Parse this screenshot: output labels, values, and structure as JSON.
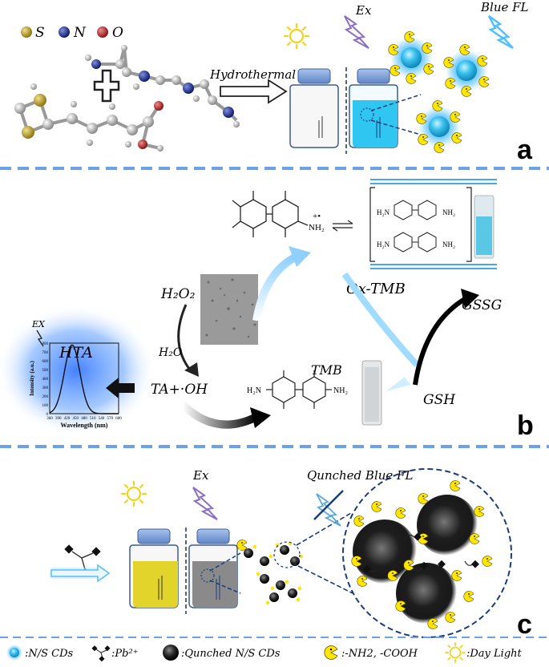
{
  "panel_a": {
    "atom_legend": [
      {
        "symbol": "S",
        "color": "#b59a2a"
      },
      {
        "symbol": "N",
        "color": "#1f2f8f"
      },
      {
        "symbol": "O",
        "color": "#b52525"
      }
    ],
    "arrow_label": "Hydrothermal",
    "ex_label": "Ex",
    "fl_label": "Blue FL",
    "letter": "a"
  },
  "panel_b": {
    "oxtmb_label": "Ox-TMB",
    "h2o2_label": "H₂O₂",
    "h2o_label": "H₂O",
    "tmb_label": "TMB",
    "gssg_label": "GSSG",
    "gsh_label": "GSH",
    "hta_label": "HTA",
    "ta_label": "TA+·OH",
    "ex_label": "EX",
    "spectrum": {
      "ylabel": "Intensity (a.u.)",
      "xlabel": "Wavelength (nm)",
      "yticks": [
        "0",
        "100",
        "200",
        "300",
        "400",
        "500",
        "600",
        "700",
        "800"
      ],
      "xticks": [
        "360",
        "390",
        "420",
        "450",
        "480",
        "510",
        "540",
        "570",
        "600"
      ]
    },
    "chem_labels": {
      "nh2_plus": "NH₂",
      "h2n": "H₂N",
      "nh2": "NH₂"
    },
    "letter": "b"
  },
  "panel_c": {
    "ex_label": "Ex",
    "quenched_label": "Qunched Blue FL",
    "letter": "c"
  },
  "legend": [
    {
      "icon": "cd-blue-icon",
      "text": ":N/S CDs"
    },
    {
      "icon": "pb-icon",
      "text": ":Pb²⁺"
    },
    {
      "icon": "cd-black-icon",
      "text": ":Qunched N/S CDs"
    },
    {
      "icon": "pacman-icon",
      "text": ":-NH2, -COOH"
    },
    {
      "icon": "sun-icon",
      "text": ":Day Light"
    }
  ],
  "colors": {
    "blue_cd": "#2ab3e6",
    "glow": "#4fc3ff",
    "yellow": "#ffe600",
    "divider": "#6aa1e8",
    "vial_cap": "#7da0d6"
  }
}
